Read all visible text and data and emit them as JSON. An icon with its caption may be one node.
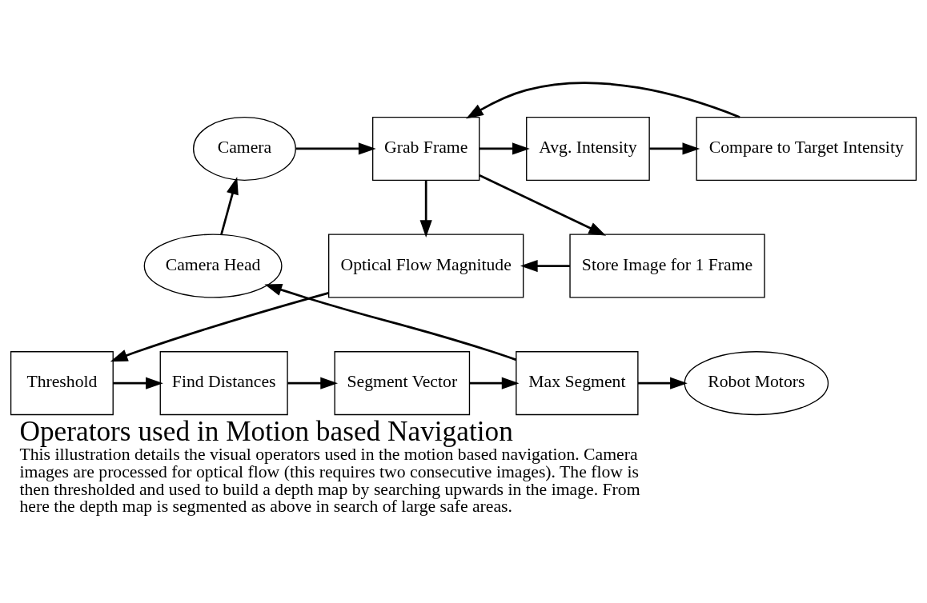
{
  "diagram": {
    "title": "Operators used in Motion based Navigation",
    "caption": "This illustration details the visual operators used in the motion based navigation. Camera images are processed for optical flow (this requires two consecutive images). The flow is then thresholded and used to build a depth map by searching upwards in the image. From here the depth map is segmented as above in search of large safe areas.",
    "nodes": [
      {
        "text": [
          "Camera"
        ]
      },
      {
        "text": [
          "Grab Frame"
        ]
      },
      {
        "text": [
          "Avg. Intensity"
        ]
      },
      {
        "text": [
          "Compare to Target Intensity"
        ]
      },
      {
        "text": [
          "Camera Head"
        ]
      },
      {
        "text": [
          "Store Image for 1 Frame"
        ]
      },
      {
        "text": [
          "Optical Flow Magnitude"
        ]
      },
      {
        "text": [
          "Robot Motors"
        ]
      },
      {
        "text": [
          "Max Segment"
        ]
      },
      {
        "text": [
          "Segment Vector"
        ]
      },
      {
        "text": [
          "Find Distances"
        ]
      },
      {
        "text": [
          "Threshold"
        ]
      }
    ],
    "edges": [
      {
        "from": 0,
        "to": 1,
        "arrow": "to"
      },
      {
        "from": 1,
        "to": 2,
        "arrow": "to"
      },
      {
        "from": 2,
        "to": 3,
        "arrow": "to"
      },
      {
        "from": 3,
        "to": 1,
        "arrow": "to"
      },
      {
        "from": 1,
        "to": 5,
        "arrow": "to"
      },
      {
        "from": 1,
        "to": 6,
        "arrow": "to"
      },
      {
        "from": 5,
        "to": 6,
        "arrow": "to"
      },
      {
        "from": 6,
        "to": 11,
        "arrow": "to"
      },
      {
        "from": 11,
        "to": 10,
        "arrow": "to"
      },
      {
        "from": 10,
        "to": 9,
        "arrow": "to"
      },
      {
        "from": 9,
        "to": 8,
        "arrow": "to"
      },
      {
        "from": 8,
        "to": 7,
        "arrow": "to"
      },
      {
        "from": 8,
        "to": 4,
        "arrow": "to"
      },
      {
        "from": 4,
        "to": 0,
        "arrow": "to"
      }
    ]
  }
}
